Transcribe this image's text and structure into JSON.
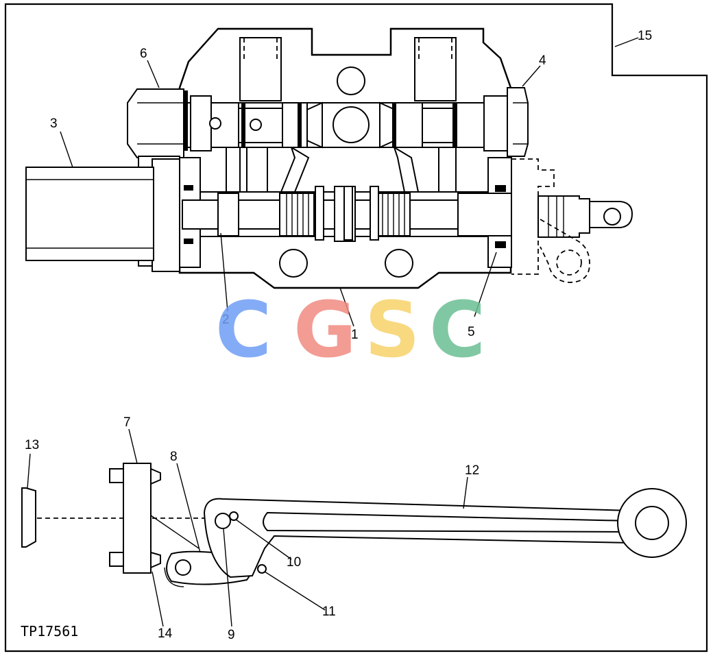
{
  "figure_id": "TP17561",
  "callouts": [
    "1",
    "2",
    "3",
    "4",
    "5",
    "6",
    "7",
    "8",
    "9",
    "10",
    "11",
    "12",
    "13",
    "14",
    "15"
  ],
  "watermark": {
    "letters": [
      "C",
      "G",
      "S",
      "C"
    ],
    "colors": [
      "#6f9ef5",
      "#f08b82",
      "#f7d36a",
      "#6bbf93"
    ]
  },
  "colors": {
    "line": "#000000",
    "background": "#ffffff"
  }
}
